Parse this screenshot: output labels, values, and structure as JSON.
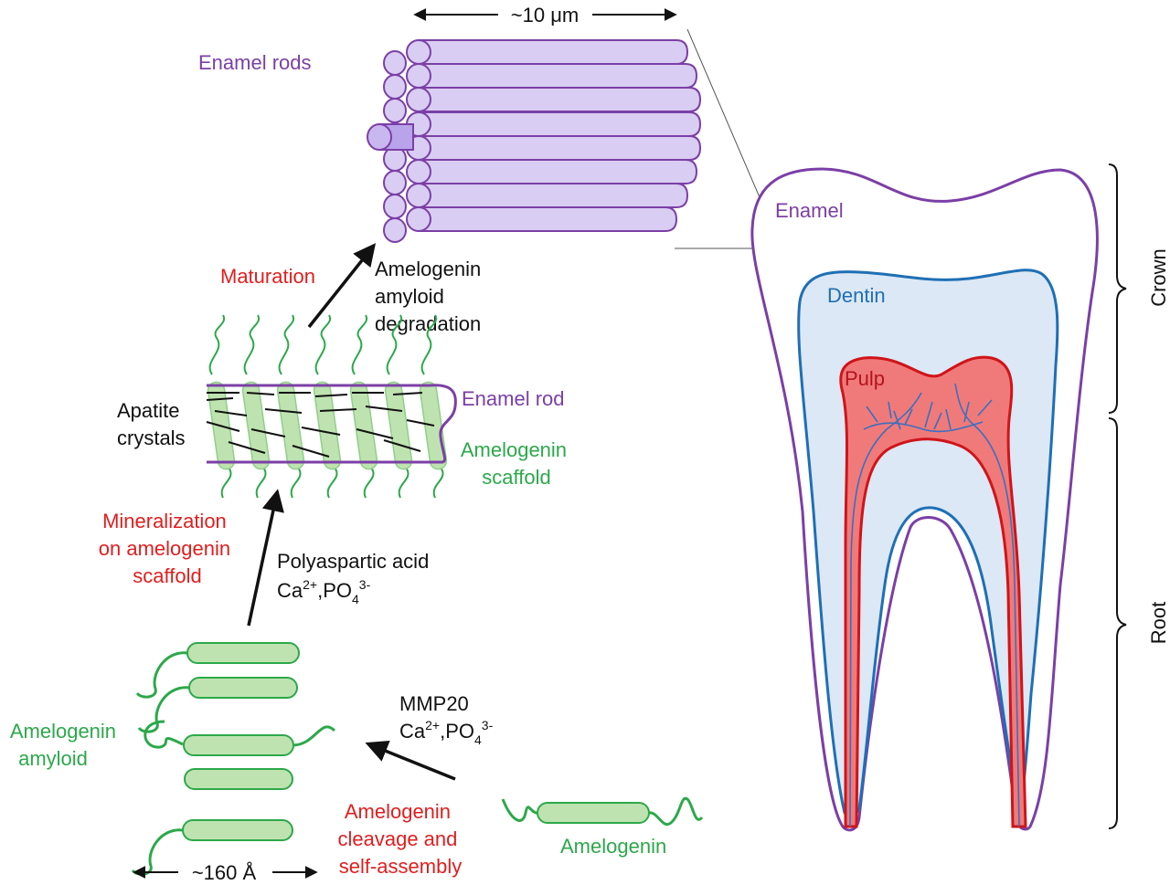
{
  "labels": {
    "scale_rods": "~10 μm",
    "enamel_rods": "Enamel rods",
    "enamel": "Enamel",
    "dentin": "Dentin",
    "pulp": "Pulp",
    "crown": "Crown",
    "root": "Root",
    "maturation": "Maturation",
    "degradation": [
      "Amelogenin",
      "amyloid",
      "degradation"
    ],
    "apatite": [
      "Apatite",
      "crystals"
    ],
    "enamel_rod": "Enamel rod",
    "scaffold": [
      "Amelogenin",
      "scaffold"
    ],
    "mineralization": [
      "Mineralization",
      "on amelogenin",
      "scaffold"
    ],
    "polyaspartic": "Polyaspartic acid",
    "ions_base": [
      "Ca",
      "2+",
      ",PO",
      "4",
      "3-"
    ],
    "mmp20": "MMP20",
    "amyloid": [
      "Amelogenin",
      "amyloid"
    ],
    "cleavage": [
      "Amelogenin",
      "cleavage and",
      "self-assembly"
    ],
    "amelogenin": "Amelogenin",
    "scale_amyloid": "~160 Å"
  },
  "colors": {
    "purple": "#7b3fa6",
    "rod_fill": "#d9cdf3",
    "green": "#2ca84a",
    "green_fill": "#bfe3b0",
    "red": "#e01e1e",
    "dentin_fill": "#dce8f5",
    "dentin_stroke": "#1f6fb5",
    "pulp_fill": "#f07a7a",
    "pulp_stroke": "#d0141a"
  }
}
